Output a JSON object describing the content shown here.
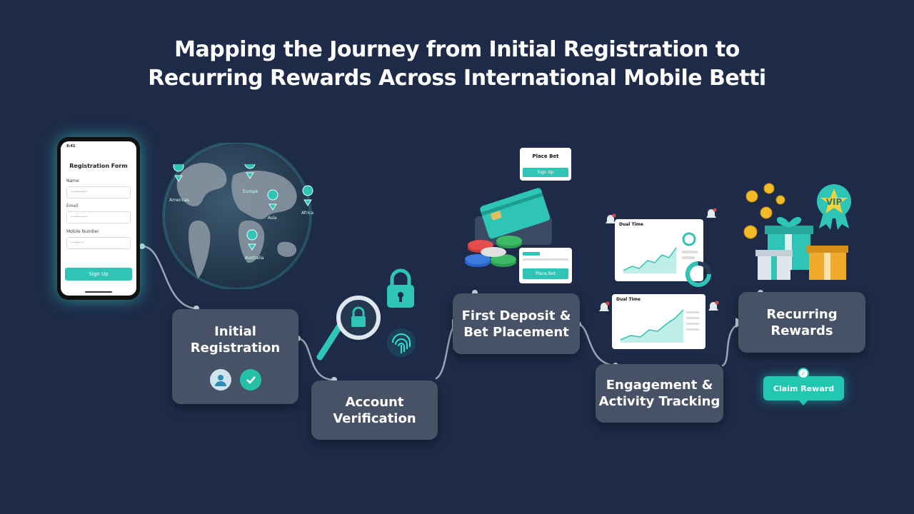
{
  "title": {
    "line1": "Mapping the Journey from Initial Registration to",
    "line2": "Recurring Rewards Across International Mobile Betti"
  },
  "phone": {
    "status": "9:41",
    "form_title": "Registration Form",
    "fields": [
      {
        "label": "Name",
        "placeholder": "••••••••••"
      },
      {
        "label": "Email",
        "placeholder": "••••••••••"
      },
      {
        "label": "Mobile Number",
        "placeholder": "••••••••"
      }
    ],
    "button": "Sign Up"
  },
  "globe": {
    "pin_labels": [
      "Americas",
      "Europe",
      "Asia",
      "Africa",
      "Australia"
    ]
  },
  "stages": [
    {
      "lines": [
        "Initial",
        "Registration"
      ]
    },
    {
      "lines": [
        "Account",
        "Verification"
      ]
    },
    {
      "lines": [
        "First Deposit &",
        "Bet Placement"
      ]
    },
    {
      "lines": [
        "Engagement &",
        "Activity Tracking"
      ]
    },
    {
      "lines": [
        "Recurring",
        "Rewards"
      ]
    }
  ],
  "bet_card": {
    "title": "Place Bet",
    "button": "Sign Up"
  },
  "slip_card": {
    "button": "Place Bet"
  },
  "dashboards": [
    {
      "title": "Dual Time"
    },
    {
      "title": "Dual Time"
    }
  ],
  "vip_badge": "VIP",
  "claim_button": "Claim Reward",
  "colors": {
    "background": "#1d2b48",
    "accent": "#2ec4b6",
    "stage": "#475266",
    "connector": "#9aa4b4"
  }
}
